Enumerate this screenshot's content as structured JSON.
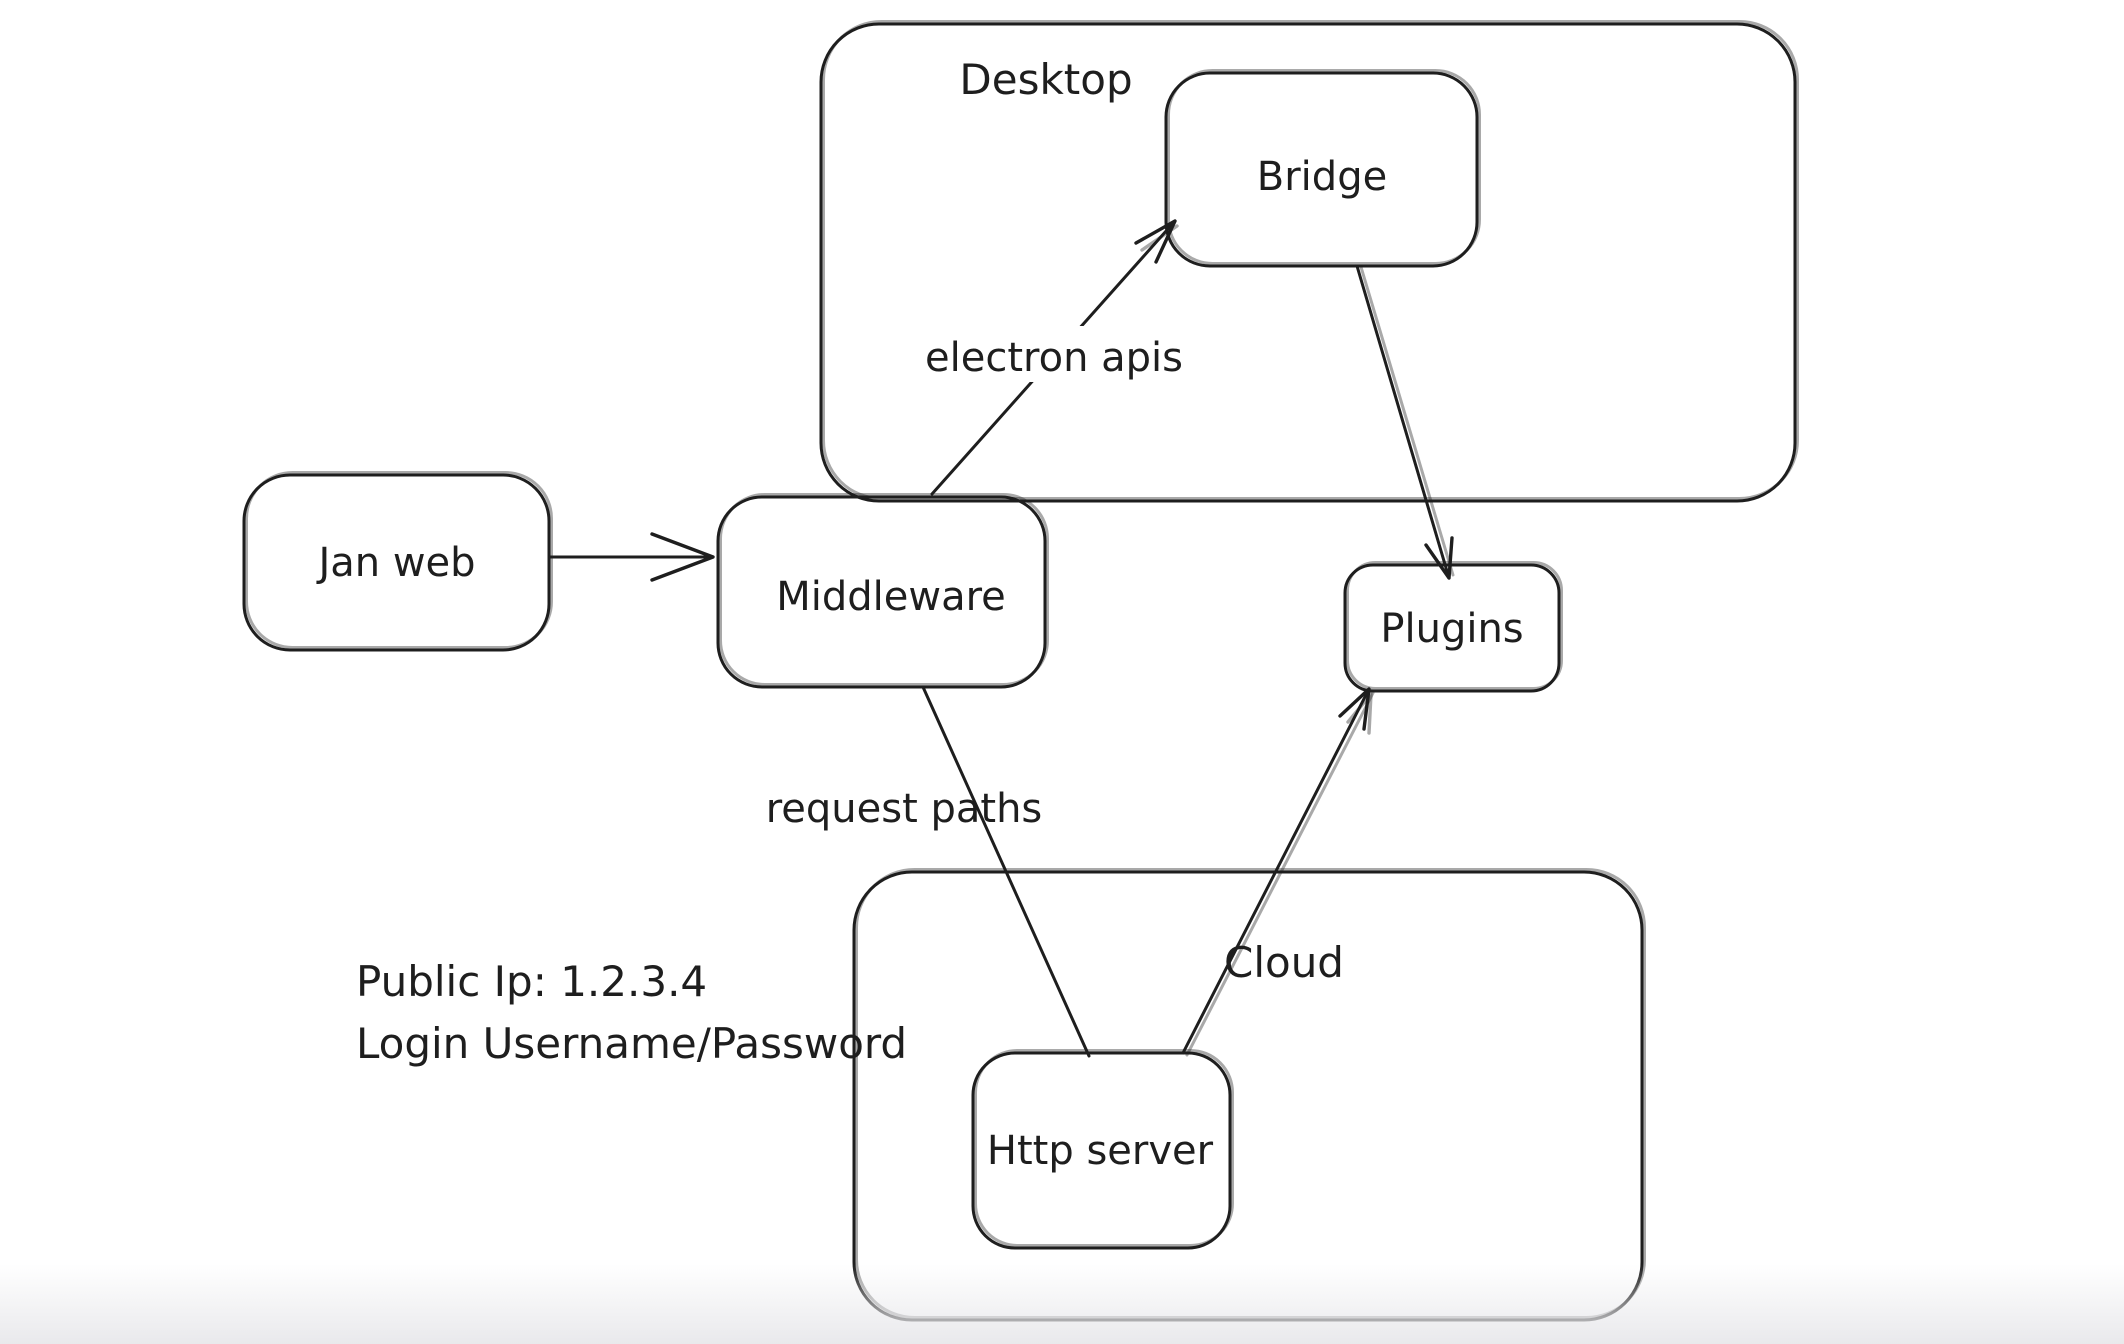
{
  "canvas": {
    "background": "#ffffff",
    "stroke_color": "#1e1e1e",
    "bottom_fade_color": "#e9e9ec",
    "style": "hand-drawn whiteboard diagram"
  },
  "containers": {
    "desktop": {
      "label": "Desktop"
    },
    "cloud": {
      "label": "Cloud"
    }
  },
  "nodes": {
    "jan_web": {
      "label": "Jan web"
    },
    "middleware": {
      "label": "Middleware"
    },
    "bridge": {
      "label": "Bridge"
    },
    "plugins": {
      "label": "Plugins"
    },
    "http_server": {
      "label": "Http server"
    }
  },
  "edge_labels": {
    "electron_apis": "electron apis",
    "request_paths": "request paths"
  },
  "edges": [
    {
      "from": "jan_web",
      "to": "middleware",
      "label": "",
      "arrowhead": "end"
    },
    {
      "from": "middleware",
      "to": "bridge",
      "label": "electron apis",
      "arrowhead": "end"
    },
    {
      "from": "bridge",
      "to": "plugins",
      "label": "",
      "arrowhead": "end"
    },
    {
      "from": "middleware",
      "to": "http_server",
      "label": "request paths",
      "arrowhead": "none"
    },
    {
      "from": "http_server",
      "to": "plugins",
      "label": "",
      "arrowhead": "end"
    }
  ],
  "annotations": {
    "public_ip": "Public Ip: 1.2.3.4",
    "login": "Login Username/Password"
  }
}
